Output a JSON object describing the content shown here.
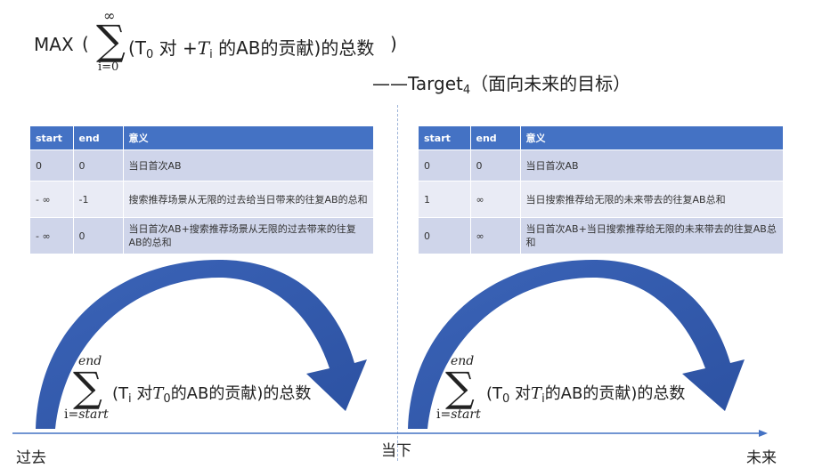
{
  "header": {
    "max_label": "MAX",
    "open_paren": "(",
    "sum_upper": "∞",
    "sum_lower": "i=0",
    "term_t": "(T",
    "term_t_sub": "0",
    "term_mid": " 对 +",
    "term_ti": "T",
    "term_ti_sub": "i",
    "term_end": " 的AB的贡献)的总数",
    "close_paren": ")",
    "target_prefix": "——Target",
    "target_sub": "4",
    "target_suffix": "（面向未来的目标）"
  },
  "left_table": {
    "columns": [
      "start",
      "end",
      "意义"
    ],
    "rows": [
      {
        "start": "0",
        "end": "0",
        "meaning": "当日首次AB"
      },
      {
        "start": "- ∞",
        "end": "-1",
        "meaning": "搜索推荐场景从无限的过去给当日带来的往复AB的总和"
      },
      {
        "start": "- ∞",
        "end": "0",
        "meaning": "当日首次AB+搜索推荐场景从无限的过去带来的往复AB的总和"
      }
    ]
  },
  "right_table": {
    "columns": [
      "start",
      "end",
      "意义"
    ],
    "rows": [
      {
        "start": "0",
        "end": "0",
        "meaning": "当日首次AB"
      },
      {
        "start": "1",
        "end": "∞",
        "meaning": "当日搜索推荐给无限的未来带去的往复AB总和"
      },
      {
        "start": "0",
        "end": "∞",
        "meaning": "当日首次AB+当日搜索推荐给无限的未来带去的往复AB总和"
      }
    ]
  },
  "left_sum": {
    "upper": "end",
    "lower_i": "i=",
    "lower_var": "start",
    "term_open": "(T",
    "term_sub": "i",
    "term_mid": " 对",
    "term_t": "T",
    "term_t_sub": "0",
    "term_end": "的AB的贡献)的总数"
  },
  "right_sum": {
    "upper": "end",
    "lower_i": "i=",
    "lower_var": "start",
    "term_open": "(T",
    "term_sub": "0",
    "term_mid": " 对",
    "term_t": "T",
    "term_t_sub": "i",
    "term_end": "的AB的贡献)的总数"
  },
  "timeline": {
    "past": "过去",
    "present": "当下",
    "future": "未来"
  },
  "colors": {
    "accent": "#4472c4",
    "arrow_dark": "#2f55a4",
    "row_dark": "#cfd5ea",
    "row_light": "#e9ebf5"
  }
}
